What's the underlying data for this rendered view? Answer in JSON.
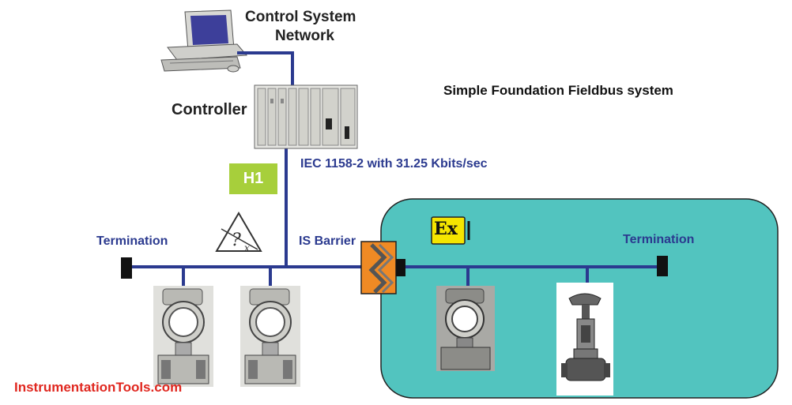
{
  "network_label_line1": "Control System",
  "network_label_line2": "Network",
  "controller_label": "Controller",
  "title": "Simple Foundation Fieldbus system",
  "protocol_label": "IEC 1158-2 with 31.25 Kbits/sec",
  "h1_label": "H1",
  "termination_left": "Termination",
  "termination_right": "Termination",
  "is_barrier_label": "IS Barrier",
  "ex_symbol": "Ex",
  "footer": "InstrumentationTools.com",
  "colors": {
    "bus_line": "#2b3a8f",
    "hazard_zone": "#52c4bf",
    "h1_box": "#a7cf3b",
    "barrier": "#f08a24",
    "footer_text": "#e0271f"
  }
}
